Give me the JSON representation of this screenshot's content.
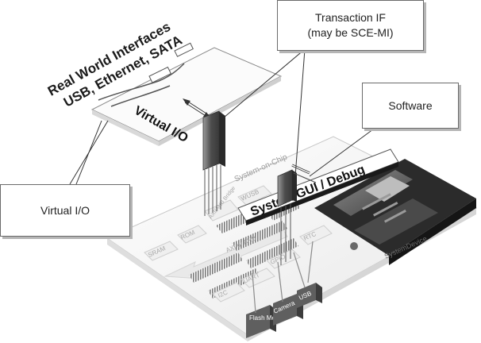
{
  "callouts": {
    "transaction": {
      "line1": "Transaction IF",
      "line2": "(may be SCE-MI)"
    },
    "software": "Software",
    "virtual_io": "Virtual I/O"
  },
  "real_world": {
    "line1": "Real World Interfaces",
    "line2": "USB, Ethernet, SATA"
  },
  "virtual_io_panel": "Virtual I/O",
  "gui_banner": "System GUI / Debug",
  "soc": {
    "label": "System-on-Chip",
    "blocks": {
      "bridge": "AXI/AHB Bridge",
      "wusb": "WUSB",
      "sram": "SRAM",
      "rom": "ROM",
      "axi_bus": "AXI or AHB",
      "i2c": "I2C",
      "uart": "UART",
      "gpio": "GPIO",
      "rtc": "RTC",
      "usb": "USB",
      "flash": "Flash Memory",
      "camera": "Camera"
    }
  },
  "system_device": "SystemDevice"
}
